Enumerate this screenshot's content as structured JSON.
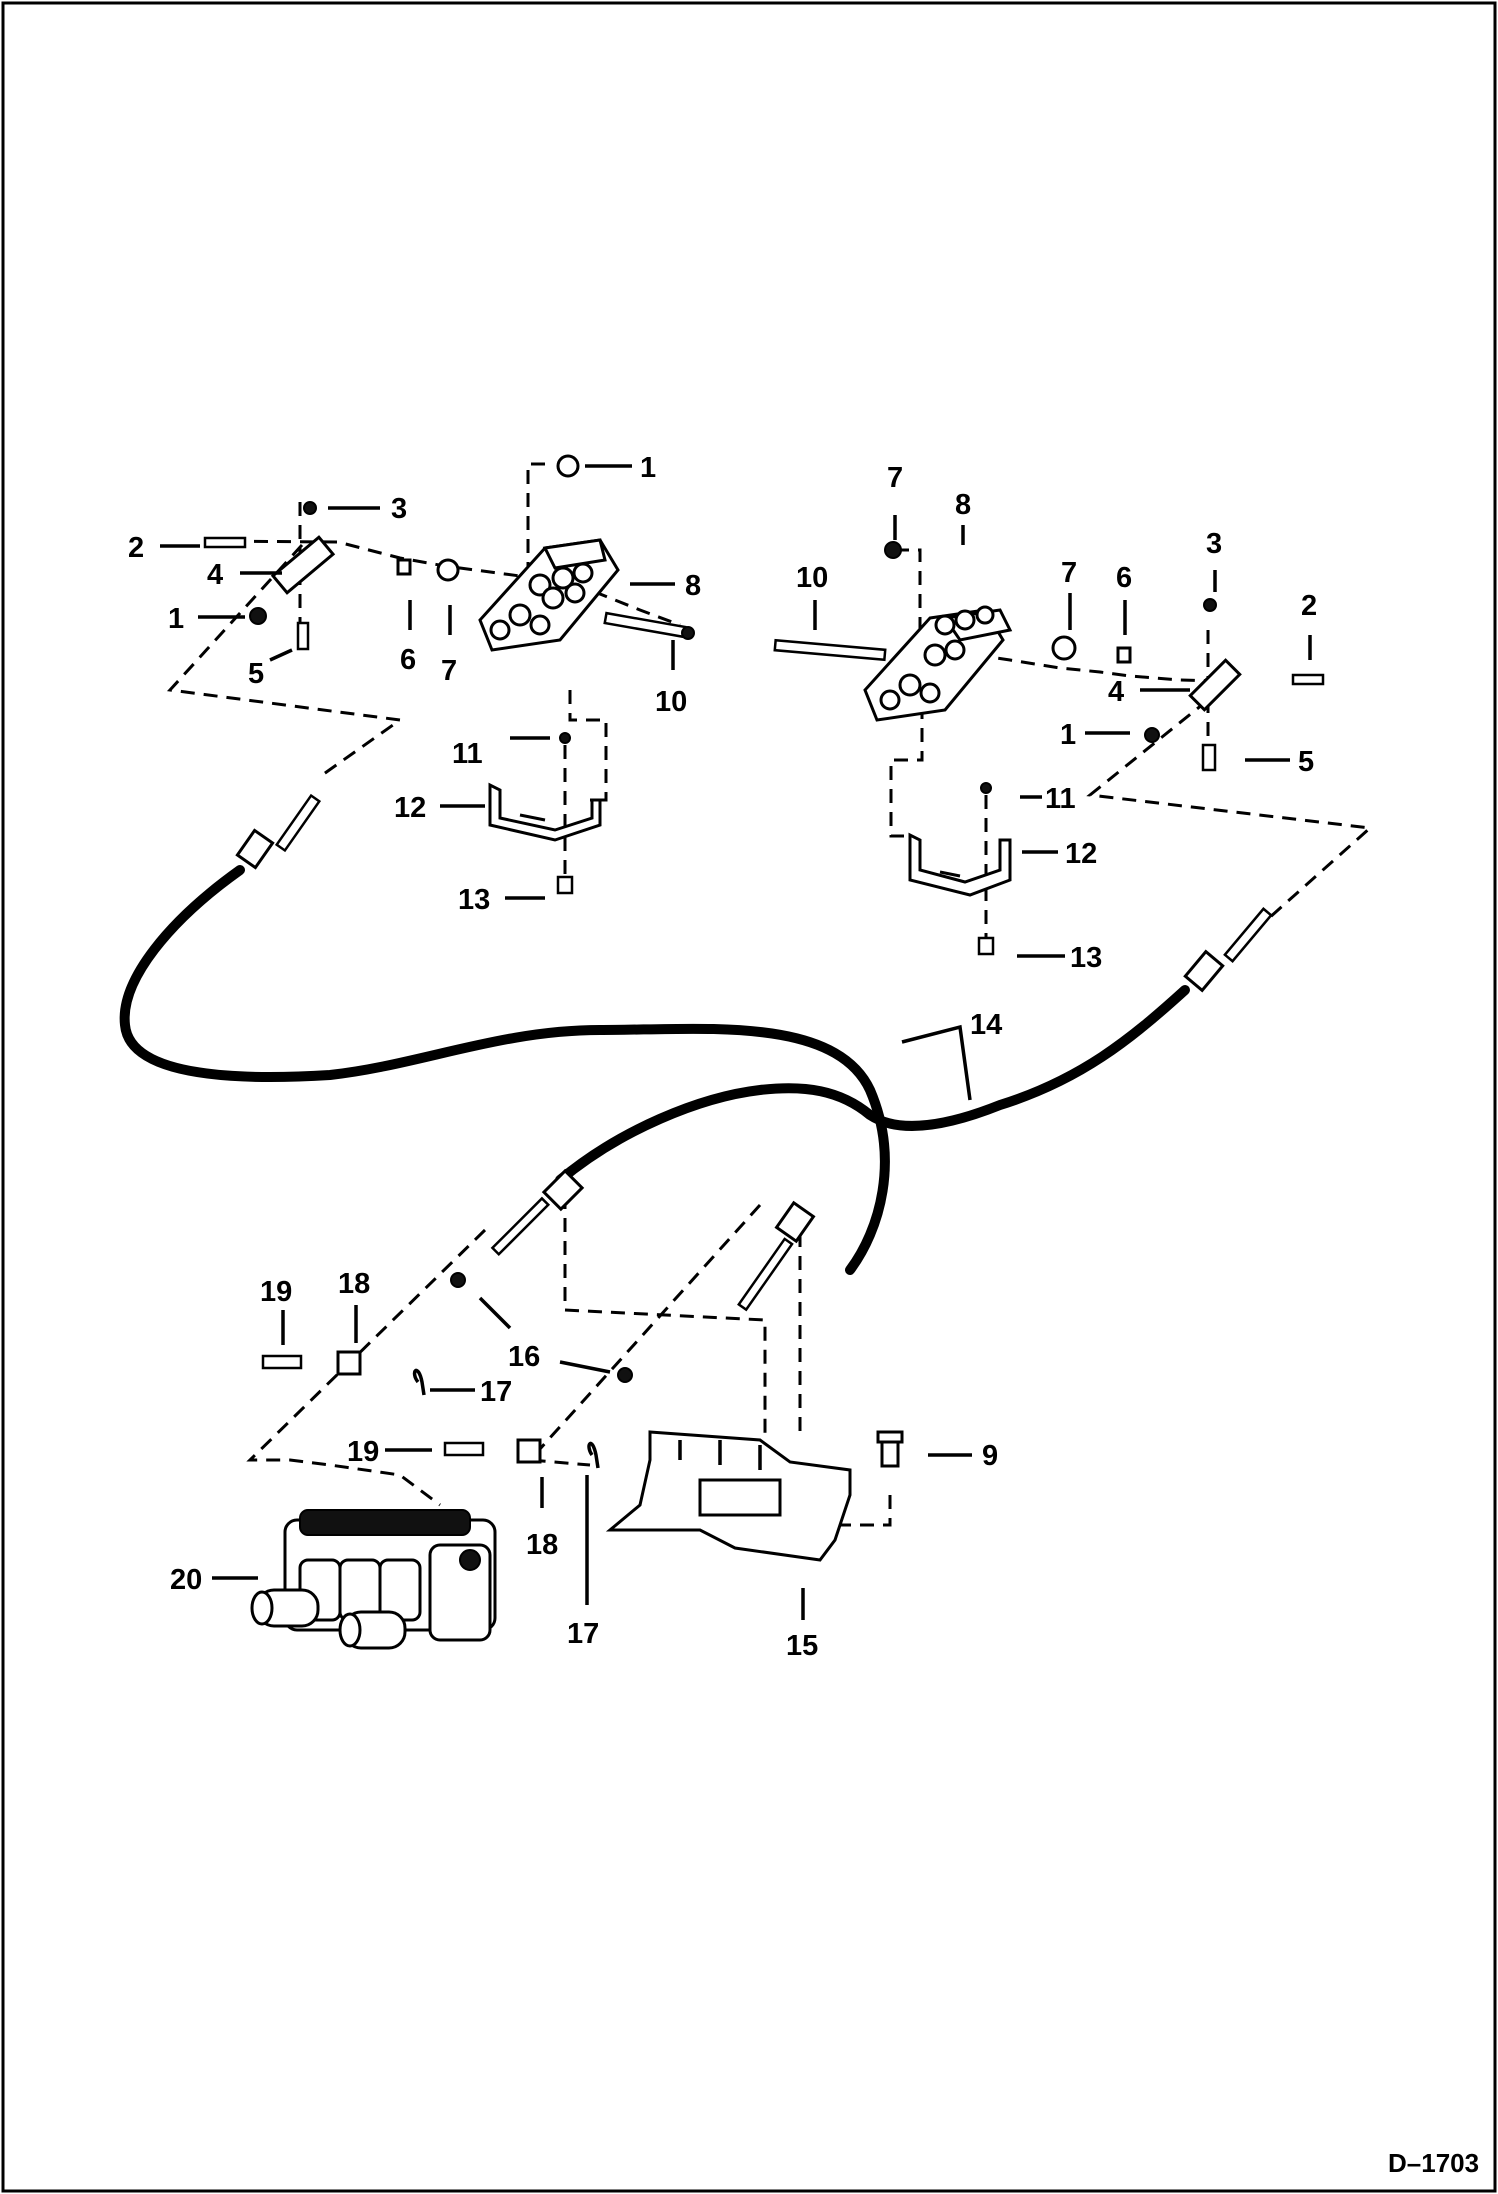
{
  "drawing_number": "D–1703",
  "callouts": {
    "left_1_top": "1",
    "left_3": "3",
    "left_2": "2",
    "left_4": "4",
    "left_1": "1",
    "left_5": "5",
    "left_6": "6",
    "left_7": "7",
    "left_8": "8",
    "left_10": "10",
    "left_11": "11",
    "left_12": "12",
    "left_13": "13",
    "right_7_top": "7",
    "right_8": "8",
    "right_10": "10",
    "right_7": "7",
    "right_6": "6",
    "right_3": "3",
    "right_2": "2",
    "right_4": "4",
    "right_1": "1",
    "right_5": "5",
    "right_11": "11",
    "right_12": "12",
    "right_13": "13",
    "cable_14": "14",
    "bottom_19_a": "19",
    "bottom_18_a": "18",
    "bottom_16": "16",
    "bottom_17_a": "17",
    "bottom_19_b": "19",
    "bottom_18_b": "18",
    "bottom_17_b": "17",
    "bottom_9": "9",
    "bottom_15": "15",
    "bottom_20": "20"
  },
  "icons": [
    "pedal-icon",
    "bracket-icon",
    "cable-icon",
    "clevis-icon",
    "shield-plate-icon",
    "control-valve-icon"
  ]
}
